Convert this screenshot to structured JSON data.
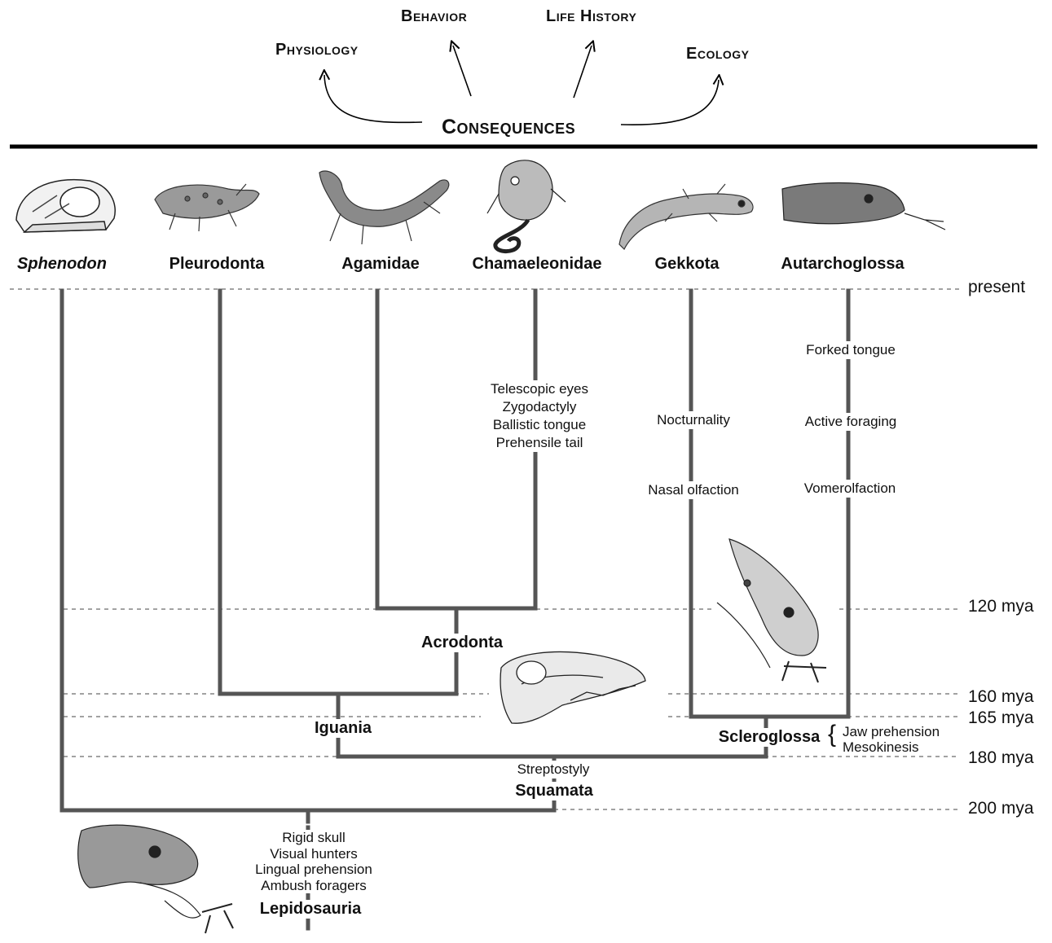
{
  "consequences": {
    "title": "Consequences",
    "targets": [
      "Physiology",
      "Behavior",
      "Life History",
      "Ecology"
    ]
  },
  "taxa": [
    "Sphenodon",
    "Pleurodonta",
    "Agamidae",
    "Chamaeleonidae",
    "Gekkota",
    "Autarchoglossa"
  ],
  "time_labels": [
    "present",
    "120 mya",
    "160 mya",
    "165 mya",
    "180 mya",
    "200 mya"
  ],
  "nodes": {
    "acrodonta": "Acrodonta",
    "iguania": "Iguania",
    "scleroglossa": "Scleroglossa",
    "squamata": "Squamata",
    "lepidosauria": "Lepidosauria"
  },
  "traits": {
    "chamaeleonidae": [
      "Telescopic eyes",
      "Zygodactyly",
      "Ballistic tongue",
      "Prehensile tail"
    ],
    "gekkota": [
      "Nocturnality",
      "Nasal olfaction"
    ],
    "autarchoglossa": [
      "Forked tongue",
      "Active foraging",
      "Vomerolfaction"
    ],
    "scleroglossa": [
      "Jaw prehension",
      "Mesokinesis"
    ],
    "squamata": "Streptostyly",
    "lepidosauria": [
      "Rigid skull",
      "Visual hunters",
      "Lingual prehension",
      "Ambush foragers"
    ]
  },
  "colors": {
    "branch": "#555555",
    "rule": "#000000",
    "dashed": "#444444"
  }
}
